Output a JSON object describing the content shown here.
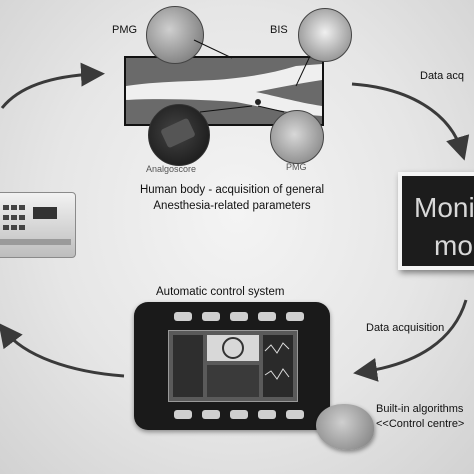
{
  "labels": {
    "pmg_top": "PMG",
    "bis": "BIS",
    "data_acq_top": "Data acq",
    "analgoscore": "Analgoscore",
    "pmg_bottom": "PMG",
    "data_acq_bottom": "Data acquisition"
  },
  "caption": {
    "line1": "Human body - acquisition of general",
    "line2": "Anesthesia-related parameters"
  },
  "monitor": {
    "line1": "Moni",
    "line2": "mod"
  },
  "control_system": {
    "title": "Automatic control system"
  },
  "algorithm": {
    "line1": "Built-in algorithms",
    "line2": "<<Control centre>"
  }
}
